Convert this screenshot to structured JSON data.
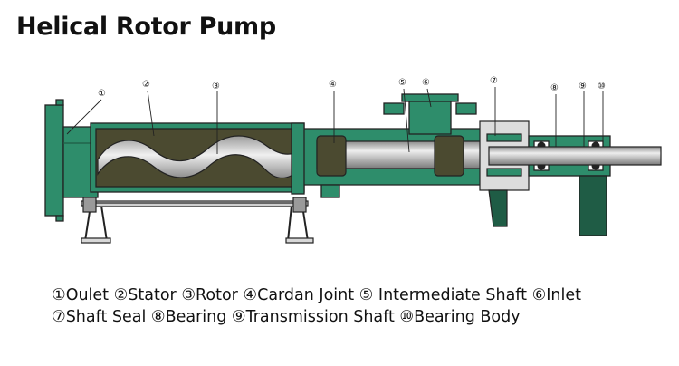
{
  "title": "Helical Rotor Pump",
  "callouts": [
    "①",
    "②",
    "③",
    "④",
    "⑤",
    "⑥",
    "⑦",
    "⑧",
    "⑨",
    "⑩"
  ],
  "legend": {
    "line1": "①Oulet ②Stator ③Rotor ④Cardan Joint ⑤ Intermediate Shaft ⑥Inlet",
    "line2": "⑦Shaft Seal ⑧Bearing ⑨Transmission Shaft ⑩Bearing Body"
  },
  "colors": {
    "housing": "#2e8d6b",
    "housing_dark": "#1f5c45",
    "stator_rubber": "#4b4a30",
    "rotor": "#b9b9b9",
    "shaft": "#cfcfcf",
    "outline": "#222222"
  }
}
